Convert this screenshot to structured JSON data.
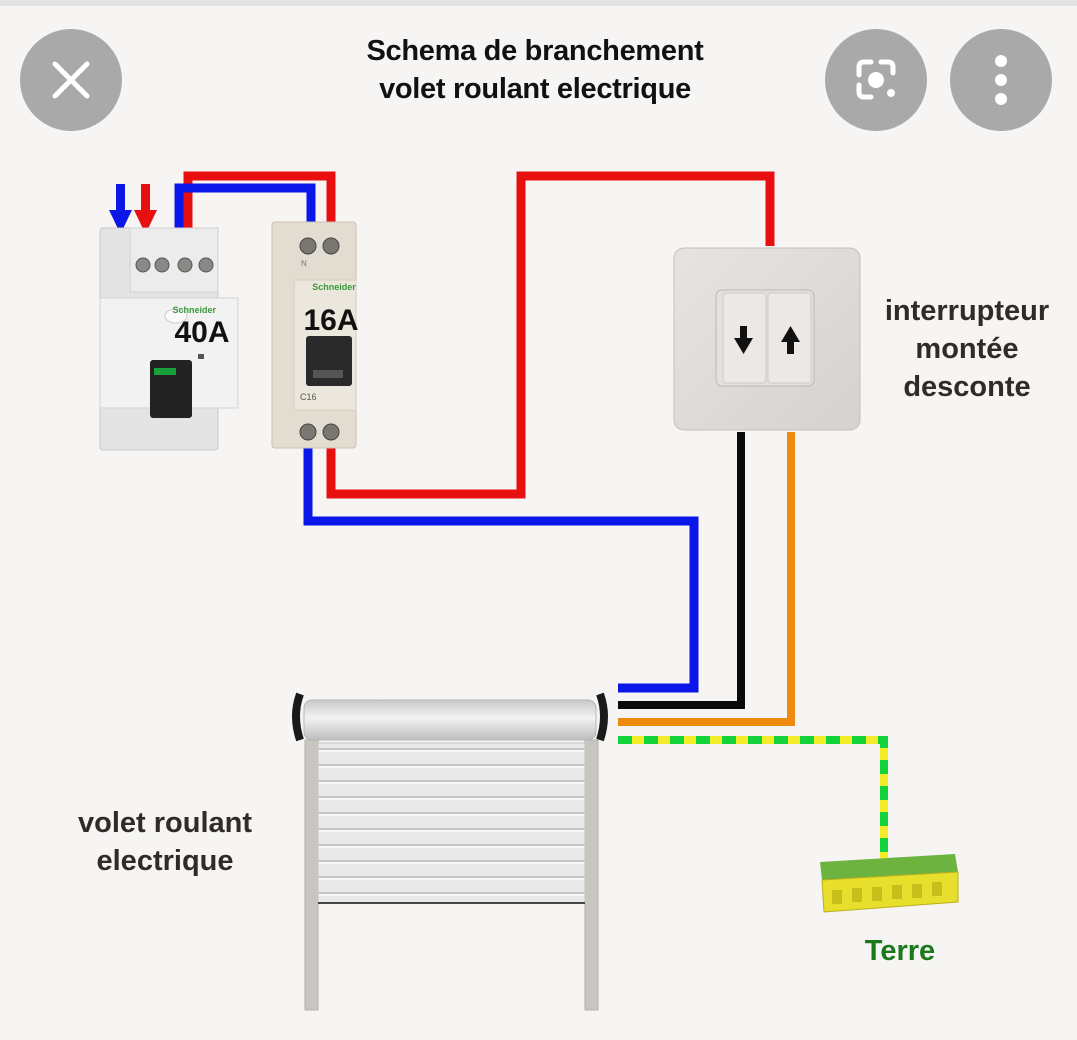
{
  "viewer": {
    "close_icon": "close-icon",
    "lens_icon": "lens-scan-icon",
    "more_icon": "more-vertical-icon"
  },
  "diagram": {
    "title_line1": "Schema de branchement",
    "title_line2": "volet roulant electrique",
    "breaker_main": {
      "rating": "40A",
      "brand": "Schneider"
    },
    "breaker_circuit": {
      "rating": "16A",
      "brand": "Schneider",
      "curve": "C16",
      "neutral_mark": "N"
    },
    "switch_label_line1": "interrupteur",
    "switch_label_line2": "montée",
    "switch_label_line3": "desconte",
    "shutter_label_line1": "volet roulant",
    "shutter_label_line2": "electrique",
    "earth_label": "Terre",
    "colors": {
      "phase": "#e8100f",
      "neutral": "#0b17e8",
      "down": "#0a0a0a",
      "up": "#ee8c0f",
      "earth_yellow": "#f2ec2a",
      "earth_green": "#14d23a",
      "earth_text": "#1a7a1a"
    }
  }
}
